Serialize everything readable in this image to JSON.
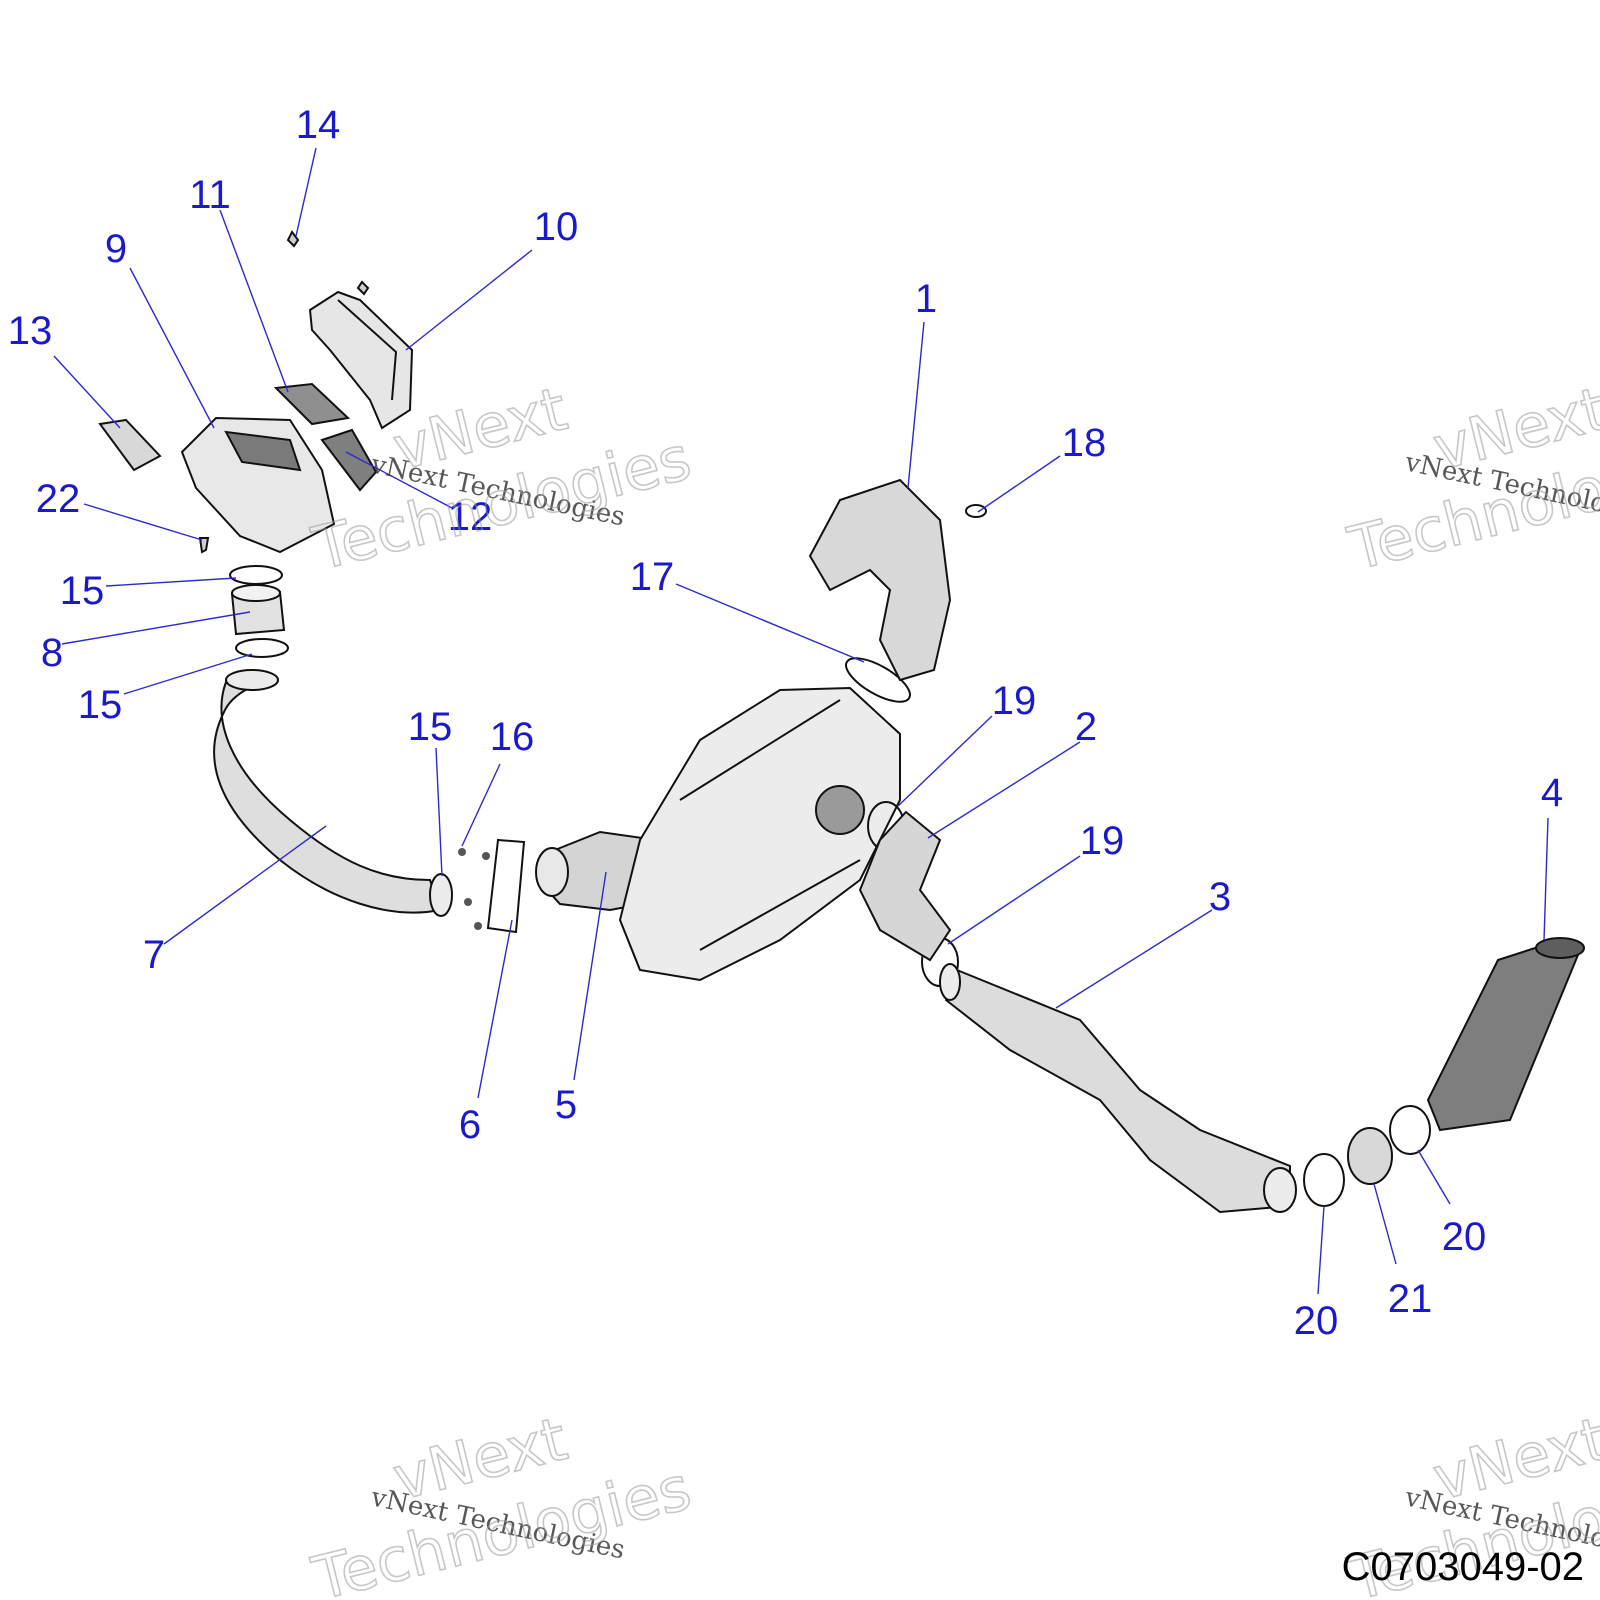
{
  "drawing_number": "C0703049-02",
  "watermark": {
    "line1": "vNext",
    "line2": "Technologies",
    "full": "vNext Technologies"
  },
  "callouts": [
    {
      "label": "1"
    },
    {
      "label": "2"
    },
    {
      "label": "3"
    },
    {
      "label": "4"
    },
    {
      "label": "5"
    },
    {
      "label": "6"
    },
    {
      "label": "7"
    },
    {
      "label": "8"
    },
    {
      "label": "9"
    },
    {
      "label": "10"
    },
    {
      "label": "11"
    },
    {
      "label": "12"
    },
    {
      "label": "13"
    },
    {
      "label": "14"
    },
    {
      "label": "15"
    },
    {
      "label": "15"
    },
    {
      "label": "15"
    },
    {
      "label": "16"
    },
    {
      "label": "17"
    },
    {
      "label": "18"
    },
    {
      "label": "19"
    },
    {
      "label": "19"
    },
    {
      "label": "20"
    },
    {
      "label": "20"
    },
    {
      "label": "21"
    },
    {
      "label": "22"
    }
  ],
  "colors": {
    "callout": "#1a1acc",
    "part_fill": "#e4e4e4",
    "part_dark": "#8c8c8c",
    "outline": "#111111"
  }
}
